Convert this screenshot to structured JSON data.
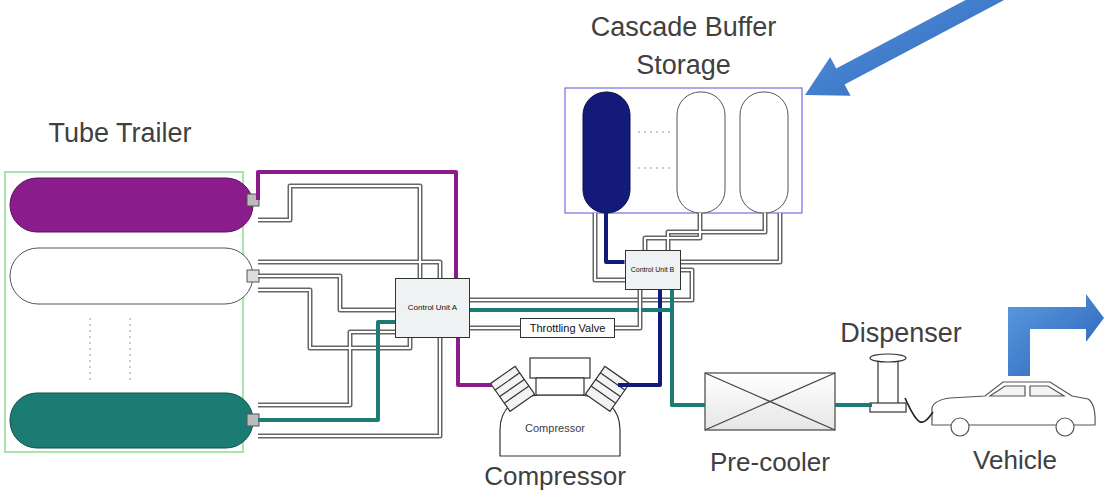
{
  "diagram": {
    "nodes": [
      {
        "text": [
          "Tube Trailer"
        ]
      },
      {
        "text": [
          "Control Unit A"
        ]
      },
      {
        "text": [
          "Throttling Valve"
        ]
      },
      {
        "text": [
          "Compressor",
          "Compressor"
        ]
      },
      {
        "text": [
          "Cascade Buffer Storage"
        ]
      },
      {
        "text": [
          "Control Unit B"
        ]
      },
      {
        "text": [
          "Pre-cooler"
        ]
      },
      {
        "text": [
          "Dispenser"
        ]
      },
      {
        "text": [
          "Vehicle"
        ]
      }
    ],
    "edges": [
      {
        "from": 0,
        "to": 1,
        "arrow": "none"
      },
      {
        "from": 0,
        "to": 1,
        "arrow": "none"
      },
      {
        "from": 1,
        "to": 3,
        "arrow": "none"
      },
      {
        "from": 3,
        "to": 5,
        "arrow": "none"
      },
      {
        "from": 4,
        "to": 5,
        "arrow": "none"
      },
      {
        "from": 1,
        "to": 2,
        "arrow": "none"
      },
      {
        "from": 2,
        "to": 5,
        "arrow": "none"
      },
      {
        "from": 1,
        "to": 6,
        "arrow": "none"
      },
      {
        "from": 5,
        "to": 6,
        "arrow": "none"
      },
      {
        "from": 6,
        "to": 7,
        "arrow": "none"
      },
      {
        "from": 7,
        "to": 8,
        "arrow": "none"
      }
    ]
  }
}
